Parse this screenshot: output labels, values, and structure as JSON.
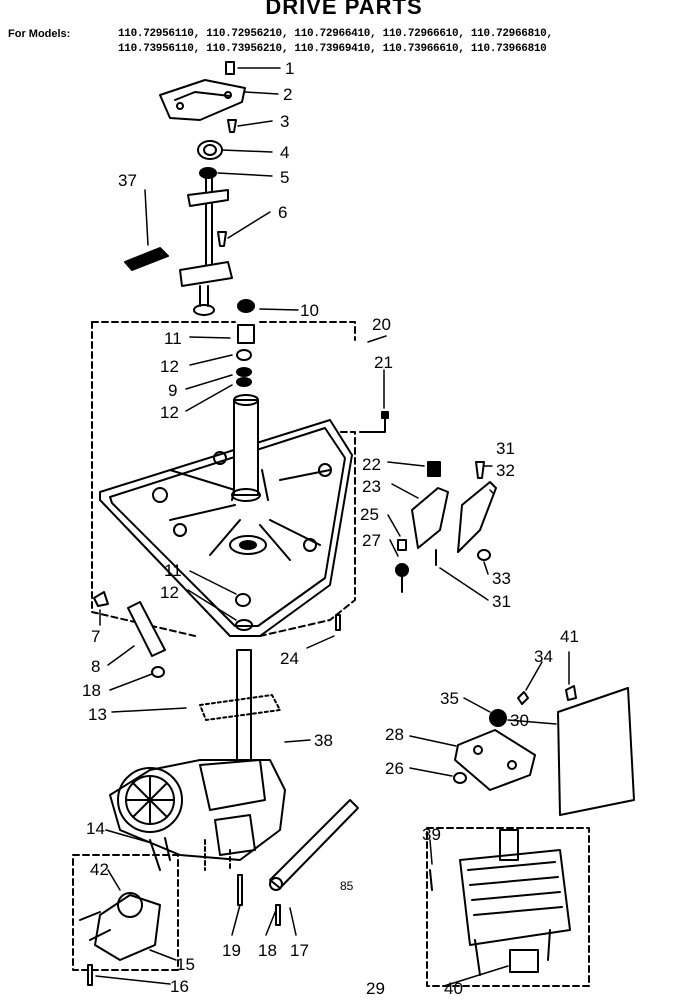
{
  "header": {
    "title": "DRIVE PARTS",
    "models_label": "For Models:",
    "models_line_1": "110.72956110, 110.72956210, 110.72966410, 110.72966610, 110.72966810,",
    "models_line_2": "110.73956110, 110.73956210, 110.73969410, 110.73966610, 110.73966810"
  },
  "callouts": [
    "1",
    "2",
    "3",
    "4",
    "5",
    "6",
    "37",
    "10",
    "20",
    "11",
    "12",
    "9",
    "12",
    "21",
    "22",
    "31",
    "32",
    "23",
    "25",
    "27",
    "33",
    "31",
    "11",
    "12",
    "7",
    "8",
    "18",
    "24",
    "13",
    "38",
    "41",
    "34",
    "35",
    "30",
    "28",
    "26",
    "14",
    "39",
    "42",
    "15",
    "16",
    "19",
    "18",
    "17",
    "29",
    "40"
  ],
  "page_code": "85",
  "colors": {
    "ink": "#000000",
    "paper": "#ffffff"
  }
}
